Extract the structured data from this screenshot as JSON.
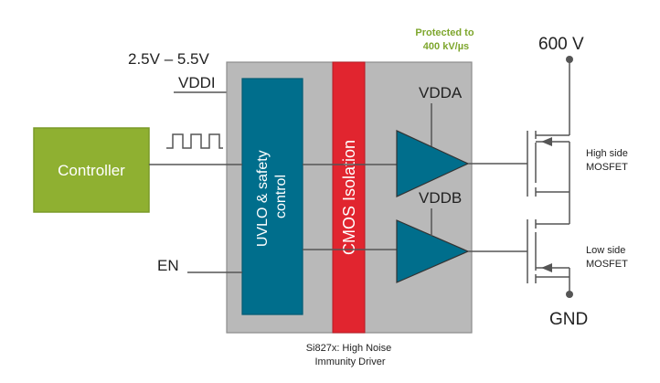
{
  "controller": {
    "label": "Controller"
  },
  "supply": {
    "range": "2.5V – 5.5V",
    "name": "VDDI"
  },
  "enable": {
    "label": "EN"
  },
  "uvlo": {
    "line1": "UVLO & safety",
    "line2": "control"
  },
  "isolation": {
    "label": "CMOS Isolation"
  },
  "protection": {
    "line1": "Protected to",
    "line2": "400 kV/µs"
  },
  "driver_supplies": {
    "a": "VDDA",
    "b": "VDDB"
  },
  "rails": {
    "high": "600 V",
    "ground": "GND"
  },
  "mosfets": {
    "high": {
      "line1": "High side",
      "line2": "MOSFET"
    },
    "low": {
      "line1": "Low side",
      "line2": "MOSFET"
    }
  },
  "caption": {
    "line1": "Si827x: High Noise",
    "line2": "Immunity Driver"
  },
  "colors": {
    "controller": "#8fb031",
    "controller_border": "#7a9a28",
    "uvlo": "#006e8c",
    "uvlo_border": "#005a73",
    "isolation": "#e1252f",
    "isolation_border": "#b51c24",
    "package": "#b9b9b9",
    "package_border": "#8c8c8c",
    "buffer": "#006e8c",
    "protection_text": "#7ea62d"
  },
  "icons": {
    "enable_waveform": "square-wave-icon",
    "buffers": "buffer-triangle-icon",
    "transistors": "mosfet-icon"
  }
}
